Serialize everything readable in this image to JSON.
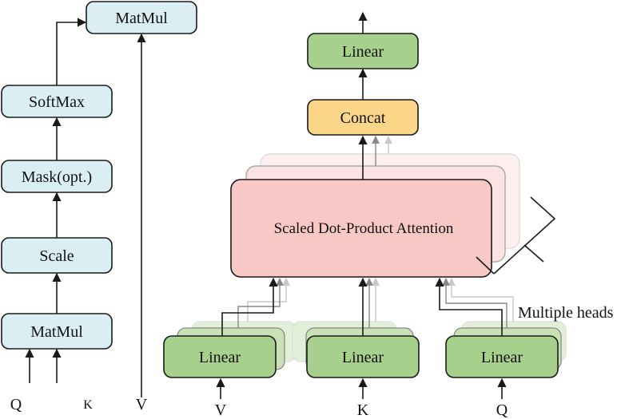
{
  "colors": {
    "light_blue": "#dbeef4",
    "green": "#a8d08d",
    "orange": "#fad58a",
    "pink": "#f8c8c6",
    "stroke": "#1a1a1a"
  },
  "left_panel": {
    "top_matmul": "MatMul",
    "softmax": "SoftMax",
    "mask": "Mask(opt.)",
    "scale": "Scale",
    "bottom_matmul": "MatMul",
    "input_q": "Q",
    "input_k": "K",
    "input_v": "V"
  },
  "right_panel": {
    "output_linear": "Linear",
    "concat": "Concat",
    "attention": "Scaled Dot-Product Attention",
    "linear_v": "Linear",
    "linear_k": "Linear",
    "linear_q": "Linear",
    "input_v": "V",
    "input_k": "K",
    "input_q": "Q",
    "heads_label": "Multiple heads"
  }
}
